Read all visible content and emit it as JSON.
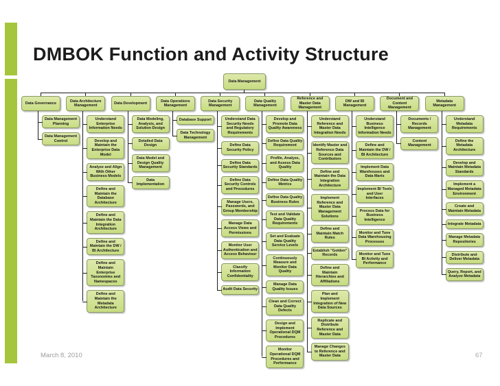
{
  "slide": {
    "title": "DMBOK Function and Activity Structure",
    "footer": {
      "date": "March 8, 2010",
      "page_number": "67"
    },
    "colors": {
      "accent_green": "#a5c63c",
      "box_fill_top": "#dde9ab",
      "box_fill_bottom": "#c8dc82",
      "box_border": "#879a63",
      "connector": "#1a1a1a"
    }
  },
  "org_chart": {
    "root": {
      "label": "Data Management"
    },
    "functions": [
      {
        "label": "Data Governance",
        "activities": [
          "Data Management Planning",
          "Data Management Control"
        ]
      },
      {
        "label": "Data Architecture Management",
        "activities": [
          "Understand Enterprise Information Needs",
          "Develop and Maintain the Enterprise Data Model",
          "Analyze and Align With Other Business Models",
          "Define and Maintain the Database Architecture",
          "Define and Maintain the Data Integration Architecture",
          "Define and Maintain the DW / BI Architecture",
          "Define and Maintain Enterprise Taxonomies and Namespaces",
          "Define and Maintain the Metadata Architecture"
        ]
      },
      {
        "label": "Data Development",
        "activities": [
          "Data Modeling, Analysis, and Solution Design",
          "Detailed Data Design",
          "Data Model and Design Quality Management",
          "Data Implementation"
        ]
      },
      {
        "label": "Data Operations Management",
        "activities": [
          "Database Support",
          "Data Technology Management"
        ]
      },
      {
        "label": "Data Security Management",
        "activities": [
          "Understand Data Security Needs and Regulatory Requirements",
          "Define Data Security Policy",
          "Define Data Security Standards",
          "Define Data Security Controls and Procedures",
          "Manage Users, Passwords, and Group Membership",
          "Manage Data Access Views and Permissions",
          "Monitor User Authentication and Access Behaviour",
          "Classify Information Confidentiality",
          "Audit Data Security"
        ]
      },
      {
        "label": "Data Quality Management",
        "activities": [
          "Develop and Promote Data Quality Awareness",
          "Define Data Quality Requirement",
          "Profile, Analyze, and Assess Data Quality",
          "Define Data Quality Metrics",
          "Define Data Quality Business Rules",
          "Test and Validate Data Quality Requirements",
          "Set and Evaluate Data Quality Service Levels",
          "Continuously Measure and Monitor Data Quality",
          "Manage Data Quality Issues",
          "Clean and Correct Data Quality Defects",
          "Design and Implement Operational DQM Procedures",
          "Monitor Operational DQM Procedures and Performance"
        ]
      },
      {
        "label": "Reference and Master Data Management",
        "activities": [
          "Understand Reference and Master Data Integration Needs",
          "Identify Master and Reference Data Sources and Contributors",
          "Define and Maintain the Data Integration Architecture",
          "Implement Reference and Master Data Management Solutions",
          "Define and Maintain Match Rules",
          "Establish \"Golden\" Records",
          "Define and Maintain Hierarchies and Affiliations",
          "Plan and Implement Integration of New Data Sources",
          "Replicate and Distribute Reference and Master Data",
          "Manage Changes to Reference and Master Data"
        ]
      },
      {
        "label": "DW and BI Management",
        "activities": [
          "Understand Business Intelligence Information Needs",
          "Define and Maintain the DW / BI Architecture",
          "Implement Data Warehouses and Data Marts",
          "Implement BI Tools and User Interfaces",
          "Process Data for Business Intelligence",
          "Monitor and Tune Data Warehousing Processes",
          "Monitor and Tune BI Activity and Performance"
        ]
      },
      {
        "label": "Document and Content Management",
        "activities": [
          "Documents / Records Management",
          "Content Management"
        ]
      },
      {
        "label": "Metadata Management",
        "activities": [
          "Understand Metadata Requirements",
          "Define the Metadata Architecture",
          "Develop and Maintain Metadata Standards",
          "Implement a Managed Metadata Environment",
          "Create and Maintain Metadata",
          "Integrate Metadata",
          "Manage Metadata Repositories",
          "Distribute and Deliver Metadata",
          "Query, Report, and Analyze Metadata"
        ]
      }
    ]
  }
}
